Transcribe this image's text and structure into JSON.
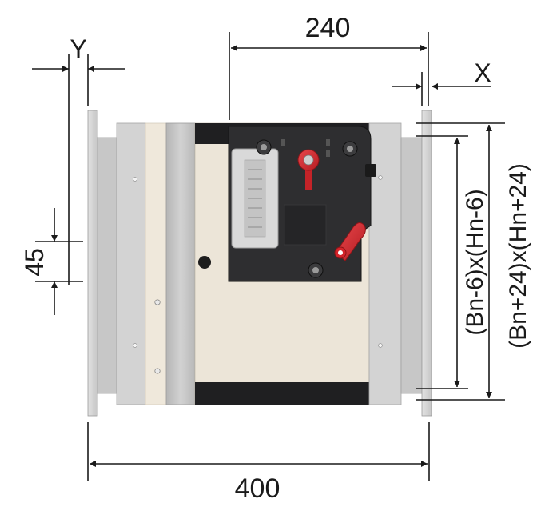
{
  "dimensions": {
    "top_width": "240",
    "bottom_width": "400",
    "offset_y": "Y",
    "offset_x": "X",
    "flange_height": "45",
    "inner_size": "(Bn-6)x(Hn-6)",
    "outer_size": "(Bn+24)x(Hn+24)"
  },
  "colors": {
    "dimension_line": "#1a1a1a",
    "flange": "#d6d6d6",
    "frame": "#c9c9c9",
    "insulation": "#f1ebe0",
    "galvanized_strip": "#c4c4c4",
    "blade_plate": "#ece6dc",
    "actuator_body": "#2d2d2f",
    "actuator_window": "#dcdcdc",
    "red_knob": "#d22a30",
    "black_bar": "#1e1e20"
  }
}
